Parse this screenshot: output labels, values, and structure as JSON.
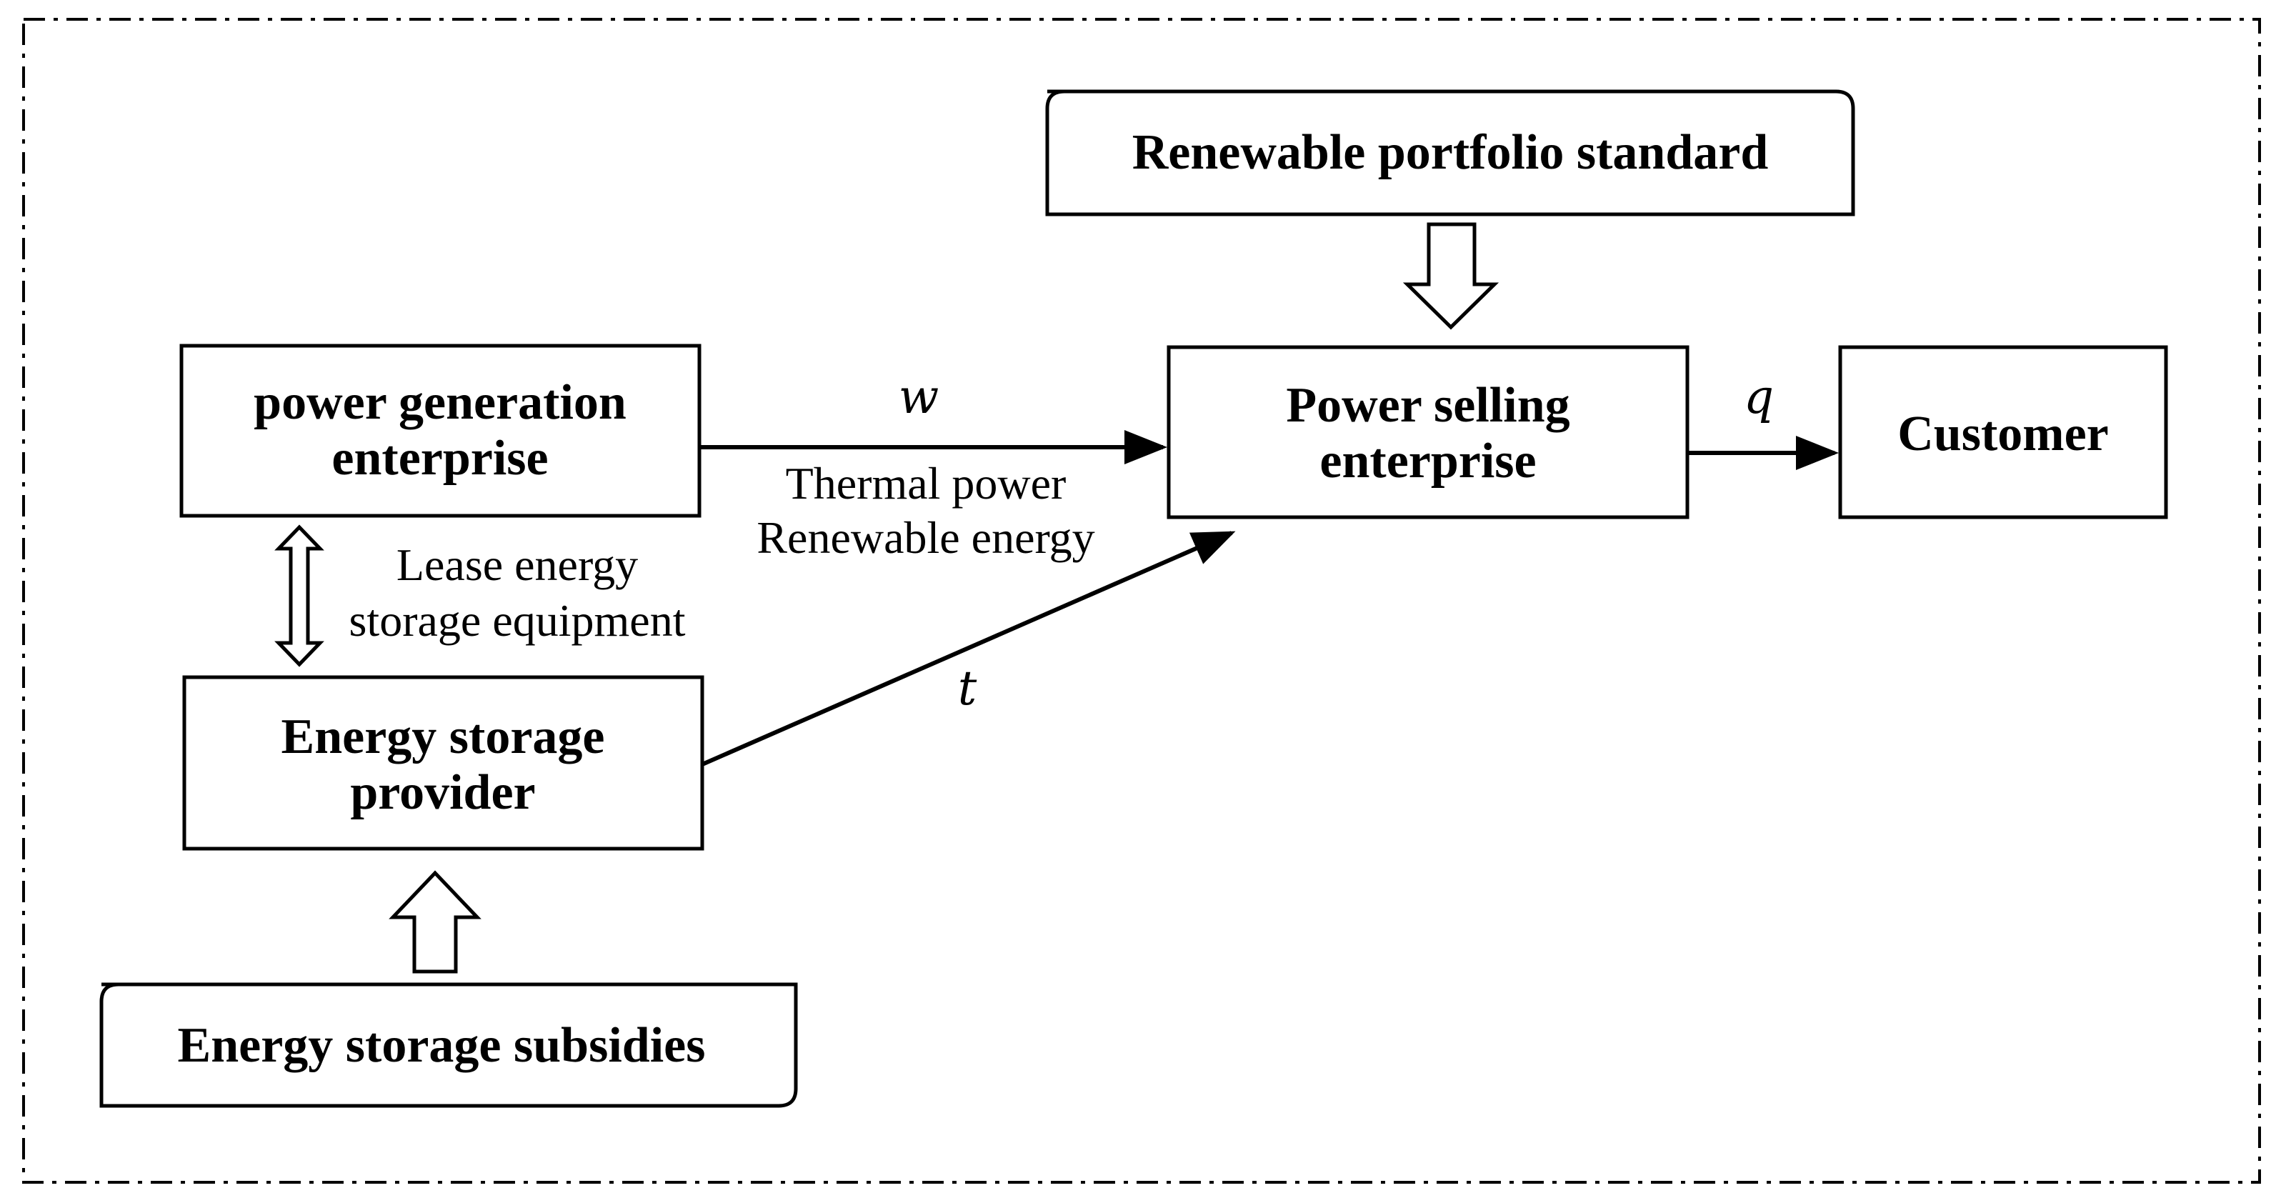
{
  "nodes": {
    "rps": {
      "lines": [
        "Renewable portfolio standard"
      ]
    },
    "generation": {
      "lines": [
        "power generation",
        "enterprise"
      ]
    },
    "selling": {
      "lines": [
        "Power selling",
        "enterprise"
      ]
    },
    "customer": {
      "lines": [
        "Customer"
      ]
    },
    "storage": {
      "lines": [
        "Energy storage",
        "provider"
      ]
    },
    "subsidies": {
      "lines": [
        "Energy storage subsidies"
      ]
    }
  },
  "edges": {
    "generation_to_selling": {
      "variable": "w",
      "lines": [
        "Thermal power",
        "Renewable energy"
      ]
    },
    "storage_to_selling": {
      "variable": "t"
    },
    "selling_to_customer": {
      "variable": "q"
    },
    "lease": {
      "lines": [
        "Lease energy",
        "storage equipment"
      ]
    }
  }
}
